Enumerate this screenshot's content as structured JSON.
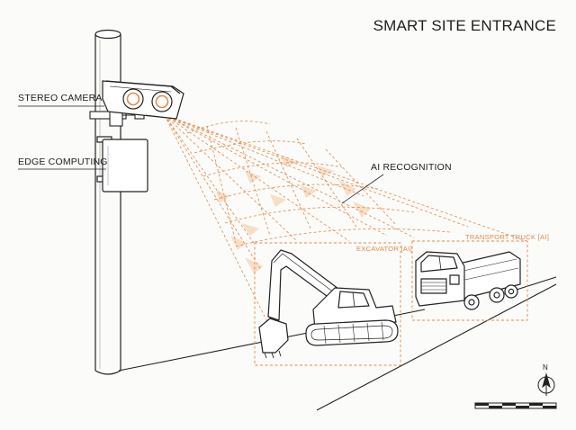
{
  "title": "SMART SITE ENTRANCE",
  "labels": {
    "stereo_camera": "STEREO CAMERA",
    "edge_computing": "EDGE COMPUTING",
    "ai_recognition": "AI RECOGNITION",
    "excavator_tag": "EXCAVATOR [AI]",
    "truck_tag": "TRANSPORT TRUCK [AI]",
    "north": "N"
  },
  "colors": {
    "line": "#222222",
    "accent": "#e08a4a",
    "accent_fill": "#f6d9bf",
    "background": "#fbfbf9"
  }
}
